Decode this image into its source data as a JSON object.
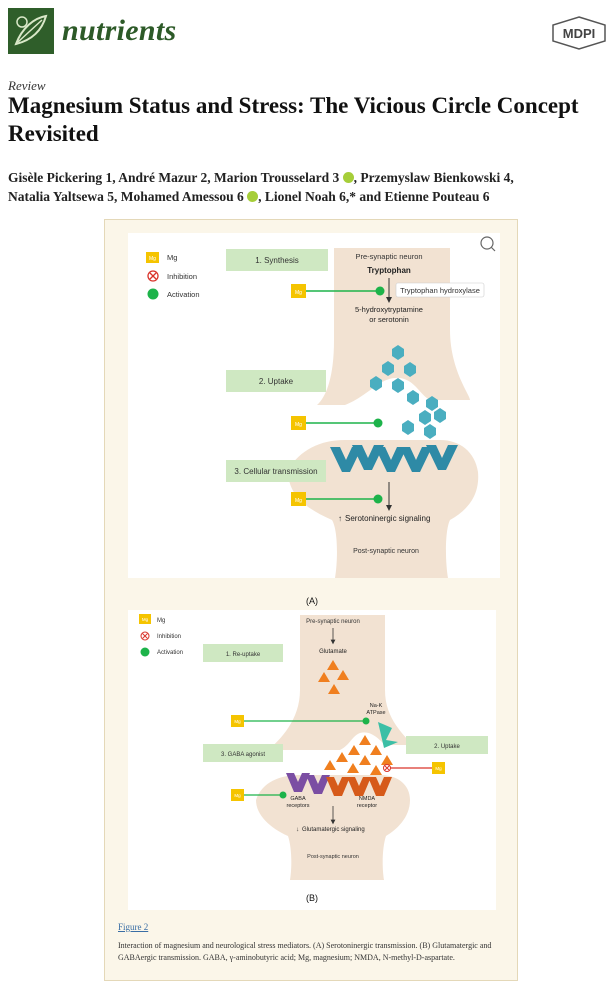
{
  "journal": {
    "name": "nutrients",
    "publisher": "MDPI"
  },
  "article": {
    "type": "Review",
    "title": "Magnesium Status and Stress: The Vicious Circle Concept Revisited",
    "authors_line1": "Gisèle Pickering 1, André Mazur 2, Marion Trousselard 3",
    "authors_line1b": ", Przemyslaw Bienkowski 4,",
    "authors_line2a": "Natalia Yaltsewa 5, Mohamed Amessou 6",
    "authors_line2b": ", Lionel Noah 6,* and Etienne Pouteau 6"
  },
  "figure": {
    "panelA": {
      "legend": {
        "mg": "Mg",
        "inhibition": "Inhibition",
        "activation": "Activation"
      },
      "steps": [
        "1. Synthesis",
        "2. Uptake",
        "3. Cellular transmission"
      ],
      "pre_neuron": "Pre-synaptic neuron",
      "tryptophan": "Tryptophan",
      "enzyme": "Tryptophan hydroxylase",
      "product1": "5-hydroxytryptamine",
      "product2": "or serotonin",
      "signaling": "Serotoninergic signaling",
      "post_neuron": "Post-synaptic neuron",
      "label": "(A)",
      "mg_tag": "Mg"
    },
    "panelB": {
      "legend": {
        "mg": "Mg",
        "inhibition": "Inhibition",
        "activation": "Activation"
      },
      "steps": [
        "1. Re-uptake",
        "3. GABA agonist",
        "2. Uptake"
      ],
      "pre_neuron": "Pre-synaptic neuron",
      "glutamate": "Glutamate",
      "pump1": "Na-K",
      "pump2": "ATPase",
      "gaba1": "GABA",
      "gaba2": "receptors",
      "nmda1": "NMDA",
      "nmda2": "receptor",
      "signaling": "Glutamatergic signaling",
      "post_neuron": "Post-synaptic neuron",
      "label": "(B)",
      "mg_tag": "Mg"
    },
    "caption_link": "Figure 2",
    "caption": "Interaction of magnesium and neurological stress mediators. (A) Serotoninergic transmission. (B) Glutamatergic and GABAergic transmission. GABA, γ-aminobutyric acid; Mg, magnesium; NMDA, N-methyl-D-aspartate."
  }
}
